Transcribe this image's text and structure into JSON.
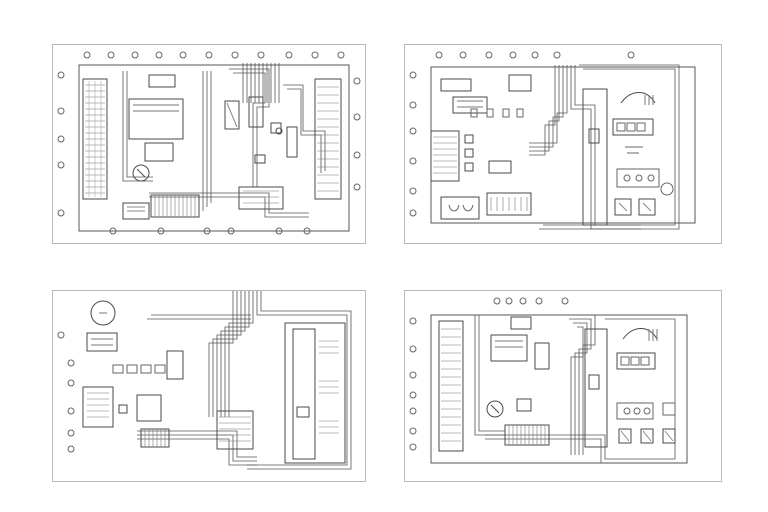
{
  "colors": {
    "background": "#ffffff",
    "line": "#4a4a4a",
    "light_line": "#9a9a9a",
    "sheet_border": "#b9b9b9"
  },
  "sheets": [
    {
      "id": "top-left-plan"
    },
    {
      "id": "top-right-plan"
    },
    {
      "id": "bottom-left-plan"
    },
    {
      "id": "bottom-right-plan"
    }
  ]
}
